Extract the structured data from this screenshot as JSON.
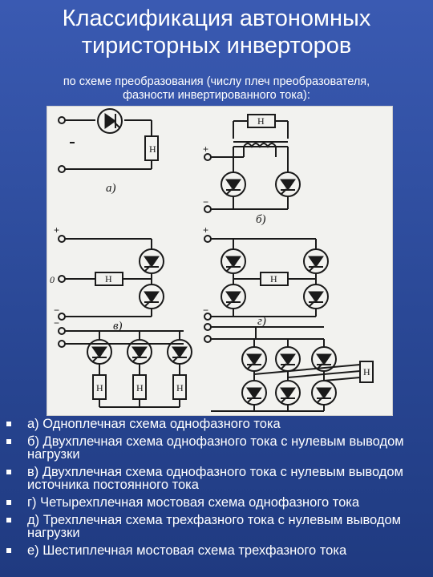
{
  "title": {
    "line1": "Классификация автономных",
    "line2": "тиристорных инверторов"
  },
  "subtitle": {
    "line1": "по схеме преобразования (числу плеч преобразователя,",
    "line2": "фазности инвертированного тока):"
  },
  "figure": {
    "labels": {
      "a": "а)",
      "b": "б)",
      "v": "в)",
      "g": "г)",
      "load": "Н",
      "plus": "+",
      "minus": "−",
      "zero": "0"
    }
  },
  "bullets": [
    {
      "text": "а) Одноплечная схема однофазного тока"
    },
    {
      "text": "б) Двухплечная схема однофазного тока с нулевым выводом нагрузки"
    },
    {
      "text": "в) Двухплечная схема однофазного  тока с нулевым выводом источника постоянного тока"
    },
    {
      "text": "г) Четырехплечная мостовая схема однофазного тока"
    },
    {
      "text": "д) Трехплечная схема трехфазного тока с нулевым выводом нагрузки"
    },
    {
      "text": "е) Шестиплечная мостовая схема трехфазного тока"
    }
  ],
  "colors": {
    "background": "#2a4896",
    "text": "#ffffff",
    "ink": "#1a1a1a"
  }
}
